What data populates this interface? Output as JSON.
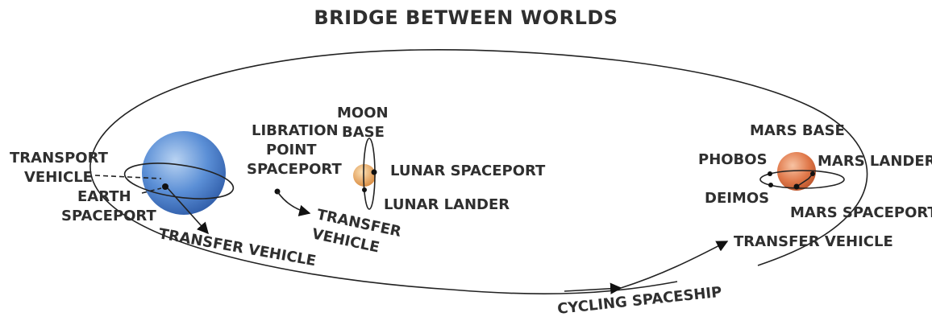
{
  "title": "BRIDGE BETWEEN WORLDS",
  "labels": {
    "transport_vehicle": [
      "TRANSPORT",
      "VEHICLE"
    ],
    "earth_spaceport": [
      "EARTH",
      "SPACEPORT"
    ],
    "transfer_vehicle_earth": "TRANSFER VEHICLE",
    "libration_point_spaceport": [
      "LIBRATION",
      "POINT",
      "SPACEPORT"
    ],
    "transfer_vehicle_libration": [
      "TRANSFER",
      "VEHICLE"
    ],
    "moon_base": [
      "MOON",
      "BASE"
    ],
    "lunar_spaceport": "LUNAR SPACEPORT",
    "lunar_lander": "LUNAR LANDER",
    "mars_base": "MARS BASE",
    "phobos": "PHOBOS",
    "mars_lander": "MARS LANDER",
    "deimos": "DEIMOS",
    "mars_spaceport": "MARS SPACEPORT",
    "transfer_vehicle_mars": "TRANSFER VEHICLE",
    "cycling_spaceship": "CYCLING SPACESHIP"
  },
  "colors": {
    "earth": "#4a7fc8",
    "moon": "#e8a15a",
    "mars": "#d96a3c",
    "ink": "#2f2f2f"
  }
}
